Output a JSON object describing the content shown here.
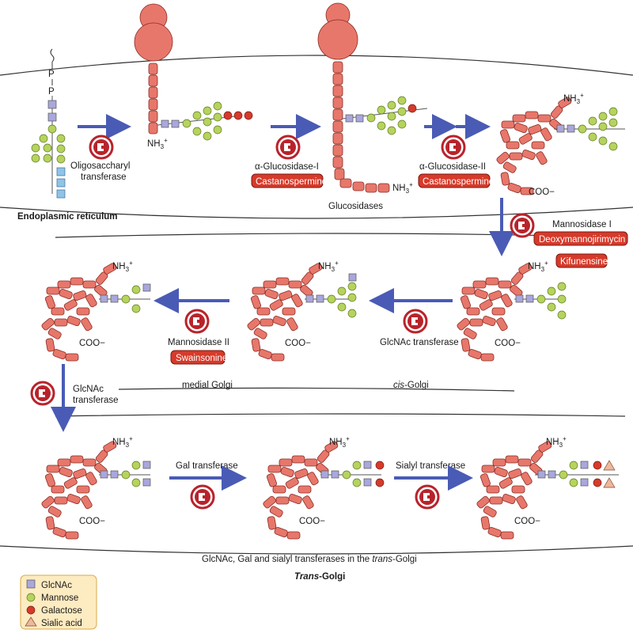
{
  "compartments": {
    "er": "Endoplasmic reticulum",
    "medial": "medial Golgi",
    "cis_prefix": "cis",
    "cis_suffix": "-Golgi",
    "trans_footer_part1": "GlcNAc, Gal and sialyl transferases in the ",
    "trans_footer_italic": "trans",
    "trans_footer_part2": "-Golgi",
    "trans_title_italic": "Trans",
    "trans_title_rest": "-Golgi",
    "glucosidases": "Glucosidases"
  },
  "lipid": {
    "p1": "P",
    "p2": "P"
  },
  "termini": {
    "nh3": "NH",
    "h_sub": "3",
    "plus_sup": "+",
    "coo": "COO−"
  },
  "enzymes": {
    "ost_line1": "Oligosaccharyl",
    "ost_line2": "transferase",
    "gluc1": "α-Glucosidase-I",
    "gluc2": "α-Glucosidase-II",
    "man1": "Mannosidase I",
    "man2": "Mannosidase II",
    "glcnac_t": "GlcNAc transferase",
    "glcnac_t2_line1": "GlcNAc",
    "glcnac_t2_line2": "transferase",
    "gal_t": "Gal transferase",
    "sialyl_t": "Sialyl transferase"
  },
  "inhibitors": {
    "castanospermine": "Castanospermine",
    "deoxymannojirimycin": "Deoxymannojirimycin",
    "kifunensine": "Kifunensine",
    "swainsonine": "Swainsonine"
  },
  "legend": {
    "items": [
      {
        "shape": "square",
        "label": "GlcNAc",
        "color": "#a9a7dc"
      },
      {
        "shape": "circle",
        "label": "Mannose",
        "color": "#b6d35e"
      },
      {
        "shape": "circle",
        "label": "Galactose",
        "color": "#d63a2a"
      },
      {
        "shape": "triangle",
        "label": "Sialic acid",
        "color": "#f0b89a"
      }
    ]
  },
  "colors": {
    "protein": "#e8776b",
    "protein_stroke": "#8a2b23",
    "glcnac": "#a9a7dc",
    "mannose": "#b6d35e",
    "glucose": "#d63a2a",
    "galactose": "#d63a2a",
    "sialic": "#f0b89a",
    "dolichol_glcnac": "#8fc4e8",
    "arrow": "#4a5bb5",
    "inhibitor_box": "#d63a2a",
    "enzyme_ring": "#b8232b",
    "legend_bg": "#fdebc1",
    "legend_border": "#d9a84a",
    "membrane": "#333333"
  }
}
